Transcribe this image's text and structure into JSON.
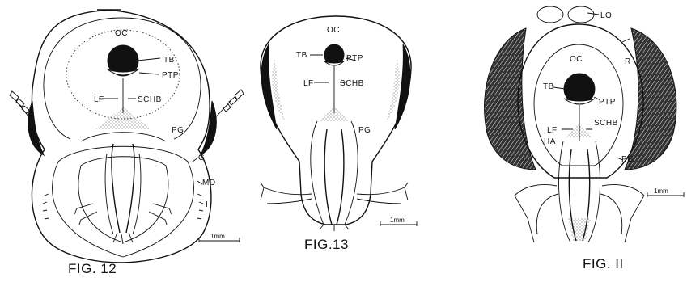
{
  "figures": [
    {
      "caption": "FIG. 12",
      "scale": "1mm",
      "labels": {
        "oc": "OC",
        "tb": "TB",
        "ptp": "PTP",
        "lf": "LF",
        "schb": "SCHB",
        "pg": "PG",
        "g": "G",
        "md": "MD",
        "i": "I"
      }
    },
    {
      "caption": "FIG.13",
      "scale": "1mm",
      "labels": {
        "oc": "OC",
        "tb": "TB",
        "ptp": "PTP",
        "lf": "LF",
        "schb": "SCHB",
        "pg": "PG"
      }
    },
    {
      "caption": "FIG. II",
      "scale": "1mm",
      "labels": {
        "lo": "LO",
        "oc": "OC",
        "r": "R",
        "tb": "TB",
        "ptp": "PTP",
        "lf": "LF",
        "ha": "HA",
        "schb": "SCHB",
        "pg": "PG"
      }
    }
  ]
}
